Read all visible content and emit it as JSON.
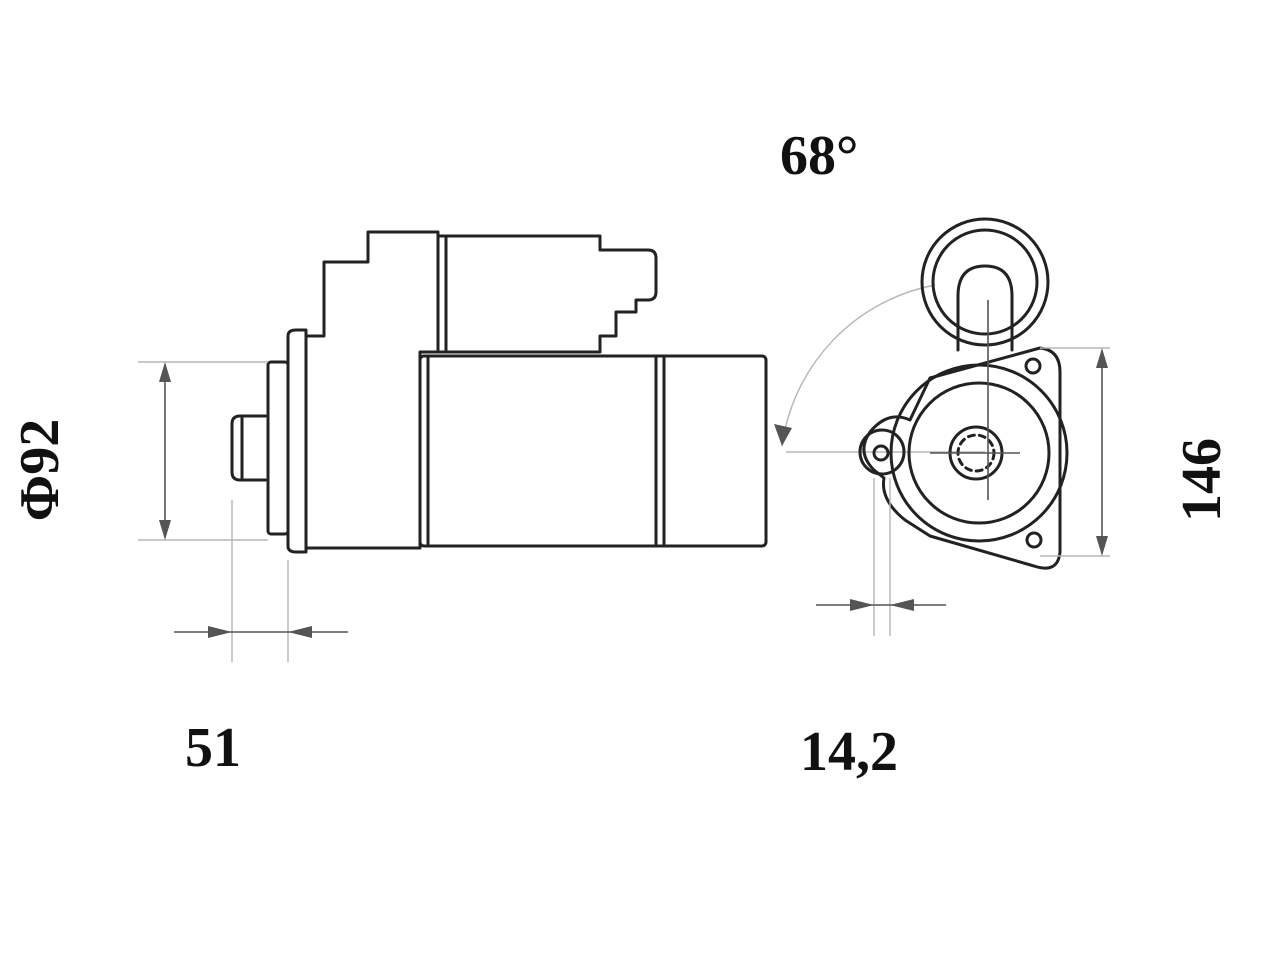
{
  "dimensions": {
    "angle": "68°",
    "diameter": "Φ92",
    "height": "146",
    "left_offset": "51",
    "right_offset": "14,2"
  },
  "colors": {
    "line": "#222222",
    "dimension_line": "#555555",
    "text": "#111111",
    "background": "#ffffff"
  }
}
